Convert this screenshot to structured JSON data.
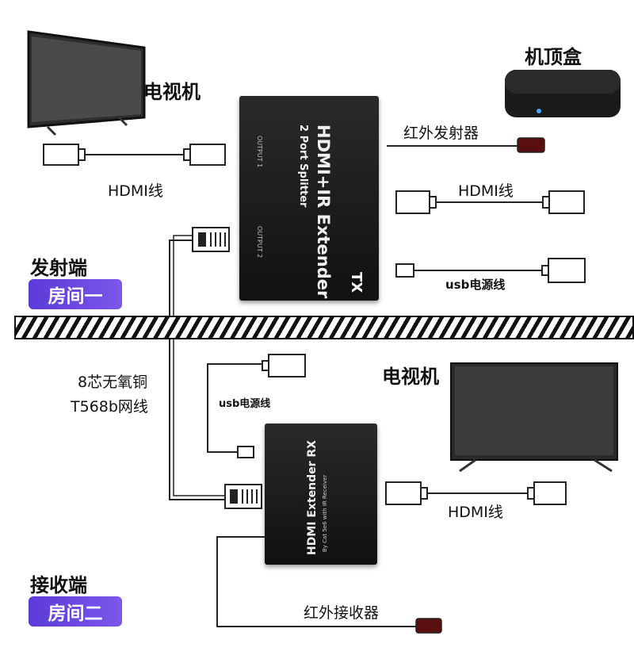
{
  "tx_side": {
    "tv_label": "电视机",
    "stb_label": "机顶盒",
    "hdmi_cable_left": "HDMI线",
    "ir_emitter_label": "红外发射器",
    "hdmi_cable_right": "HDMI线",
    "usb_power_label": "usb电源线",
    "role_label": "发射端",
    "room_label": "房间一"
  },
  "tx_device": {
    "title": "HDMI+IR Extender",
    "subtitle": "2 Port Splitter",
    "output1": "OUTPUT 1",
    "output2": "OUTPUT 2",
    "badge": "TX"
  },
  "network_cable_label": [
    "8芯无氧铜",
    "T568b网线"
  ],
  "rx_side": {
    "usb_power_label": "usb电源线",
    "tv_label": "电视机",
    "hdmi_cable": "HDMI线",
    "ir_receiver_label": "红外接收器",
    "role_label": "接收端",
    "room_label": "房间二"
  },
  "rx_device": {
    "title": "HDMI Extender RX",
    "subtitle": "By Cat 5e6 with IR Receiver"
  },
  "colors": {
    "accent_badge": "#6a48e2",
    "device_body": "#1a1a1a",
    "ir_red": "#8a1a1a",
    "tv_screen": "#3a3a3a"
  }
}
